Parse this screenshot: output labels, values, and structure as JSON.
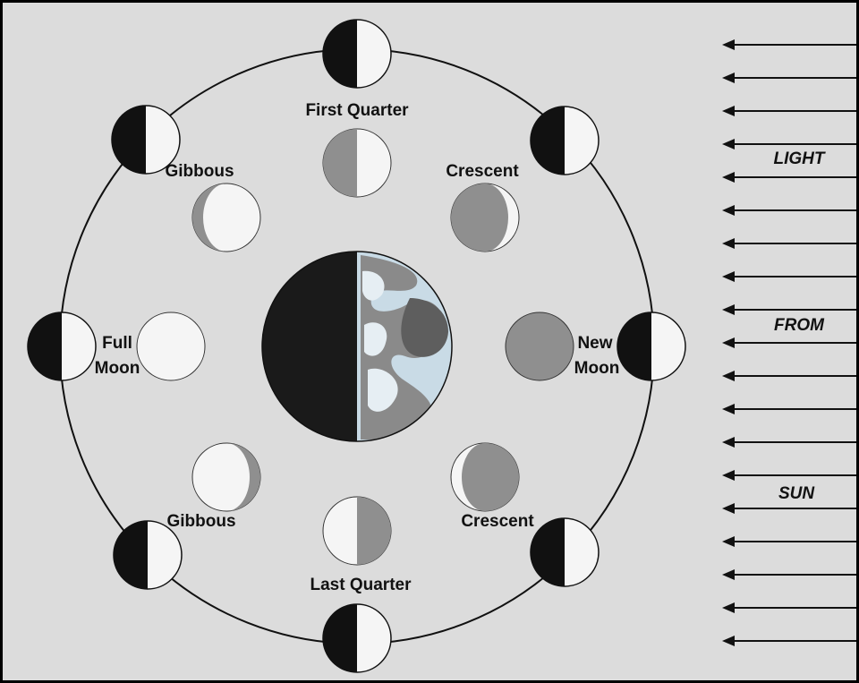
{
  "labels": {
    "first_quarter": "First Quarter",
    "last_quarter": "Last Quarter",
    "gibbous_top": "Gibbous",
    "gibbous_bottom": "Gibbous",
    "crescent_top": "Crescent",
    "crescent_bottom": "Crescent",
    "full_moon_line1": "Full",
    "full_moon_line2": "Moon",
    "new_moon_line1": "New",
    "new_moon_line2": "Moon"
  },
  "sunlight": {
    "words": [
      "LIGHT",
      "FROM",
      "SUN"
    ]
  },
  "colors": {
    "background": "#dcdcdc",
    "moon_lit": "#f5f5f5",
    "moon_dark": "#111111",
    "moon_shadow_grey": "#8f8f8f",
    "earth_ocean": "#c9dbe6",
    "earth_land_dark": "#5e5e5e",
    "orbit": "#111111"
  }
}
